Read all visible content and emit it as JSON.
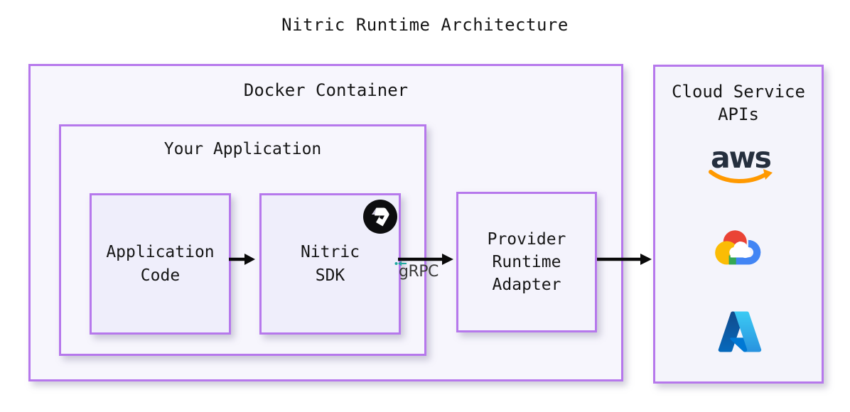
{
  "title": "Nitric Runtime Architecture",
  "diagram": {
    "docker_container": {
      "label": "Docker Container"
    },
    "your_application": {
      "label": "Your Application"
    },
    "application_code": {
      "line1": "Application",
      "line2": "Code"
    },
    "nitric_sdk": {
      "line1": "Nitric",
      "line2": "SDK",
      "logo": "nitric-logo"
    },
    "provider_adapter": {
      "line1": "Provider",
      "line2": "Runtime",
      "line3": "Adapter"
    },
    "grpc": {
      "label": "gRPC"
    },
    "cloud_apis": {
      "label_line1": "Cloud Service",
      "label_line2": "APIs",
      "aws_wordmark": "aws",
      "providers": [
        "aws",
        "google-cloud",
        "azure"
      ]
    }
  },
  "colors": {
    "border_purple": "#b678ec",
    "outer_box_fill": "#f7f6fd",
    "inner_box_fill": "#efeefb",
    "arrow_black": "#0a0a0a",
    "grpc_teal": "#1fa8a0",
    "aws_navy": "#252f3e",
    "aws_orange": "#ff9900",
    "gcp_red": "#EA4335",
    "gcp_blue": "#4285F4",
    "gcp_yellow": "#FBBC05",
    "gcp_green": "#34A853",
    "azure_dark_blue": "#114A8B",
    "azure_light_blue": "#3CCBF4"
  }
}
